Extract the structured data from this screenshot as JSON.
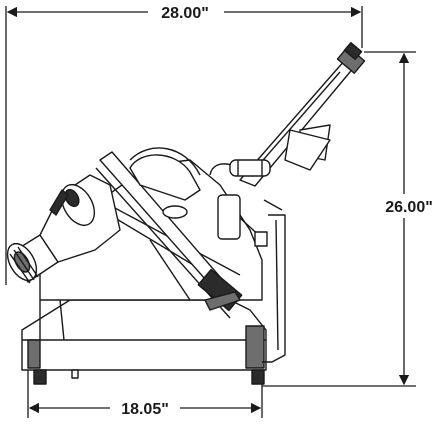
{
  "dimensions": {
    "width_label": "28.00\"",
    "height_label": "26.00\"",
    "base_label": "18.05\""
  },
  "colors": {
    "line": "#1a1a1a",
    "shade": "#6e6e6e",
    "dark": "#2b2b2b"
  }
}
